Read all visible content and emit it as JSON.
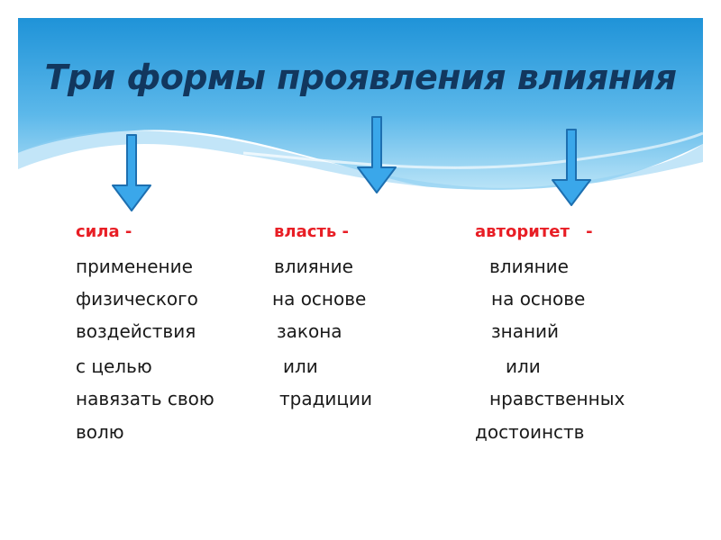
{
  "title": "Три формы проявления влияния",
  "columns": [
    {
      "heading": "сила -",
      "lines": [
        "применение",
        "физического",
        "воздействия",
        "с целью",
        "навязать свою",
        "волю"
      ]
    },
    {
      "heading": "власть -",
      "lines": [
        "влияние",
        "на основе",
        "закона",
        "или",
        "традиции"
      ]
    },
    {
      "heading": "авторитет -",
      "lines": [
        "влияние",
        "на основе",
        "знаний",
        "или",
        "нравственных",
        "достоинств"
      ]
    }
  ],
  "icons": [
    "down-arrow-icon",
    "down-arrow-icon",
    "down-arrow-icon"
  ],
  "colors": {
    "title": "#12375e",
    "heading": "#e81e25",
    "body_text": "#1a1a1a",
    "banner_top": "#1f93d8",
    "banner_bottom": "#9fd8f4",
    "arrow_fill": "#3aa7ea",
    "arrow_stroke": "#1d6fb0"
  }
}
